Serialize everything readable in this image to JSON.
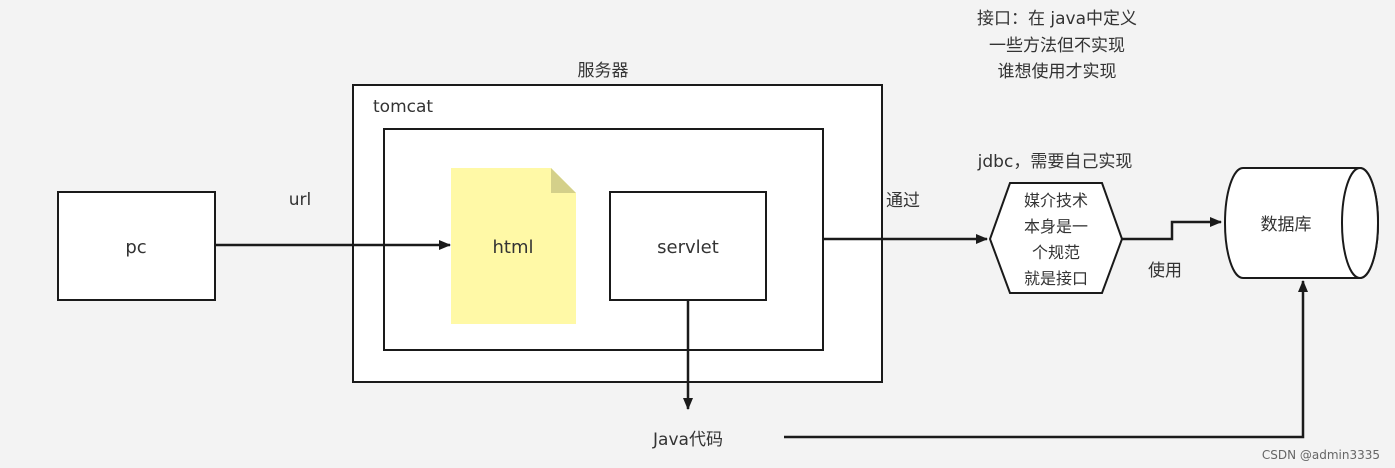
{
  "server_label": "服务器",
  "tomcat_label": "tomcat",
  "pc_label": "pc",
  "url_label": "url",
  "html_label": "html",
  "servlet_label": "servlet",
  "tongguo_label": "通过",
  "interface_note": [
    "接口：在 java中定义",
    "一些方法但不实现",
    "谁想使用才实现"
  ],
  "jdbc_note": "jdbc，需要自己实现",
  "hexagon_lines": [
    "媒介技术",
    "本身是一",
    "个规范",
    "就是接口"
  ],
  "database_label": "数据库",
  "use_label": "使用",
  "java_code_label": "Java代码",
  "watermark": "CSDN @admin3335",
  "colors": {
    "canvas": "#f3f3f3",
    "stroke": "#1a1a1a",
    "html_fill": "#fff9a6",
    "html_fold": "#d4d08a",
    "text": "#333333"
  }
}
